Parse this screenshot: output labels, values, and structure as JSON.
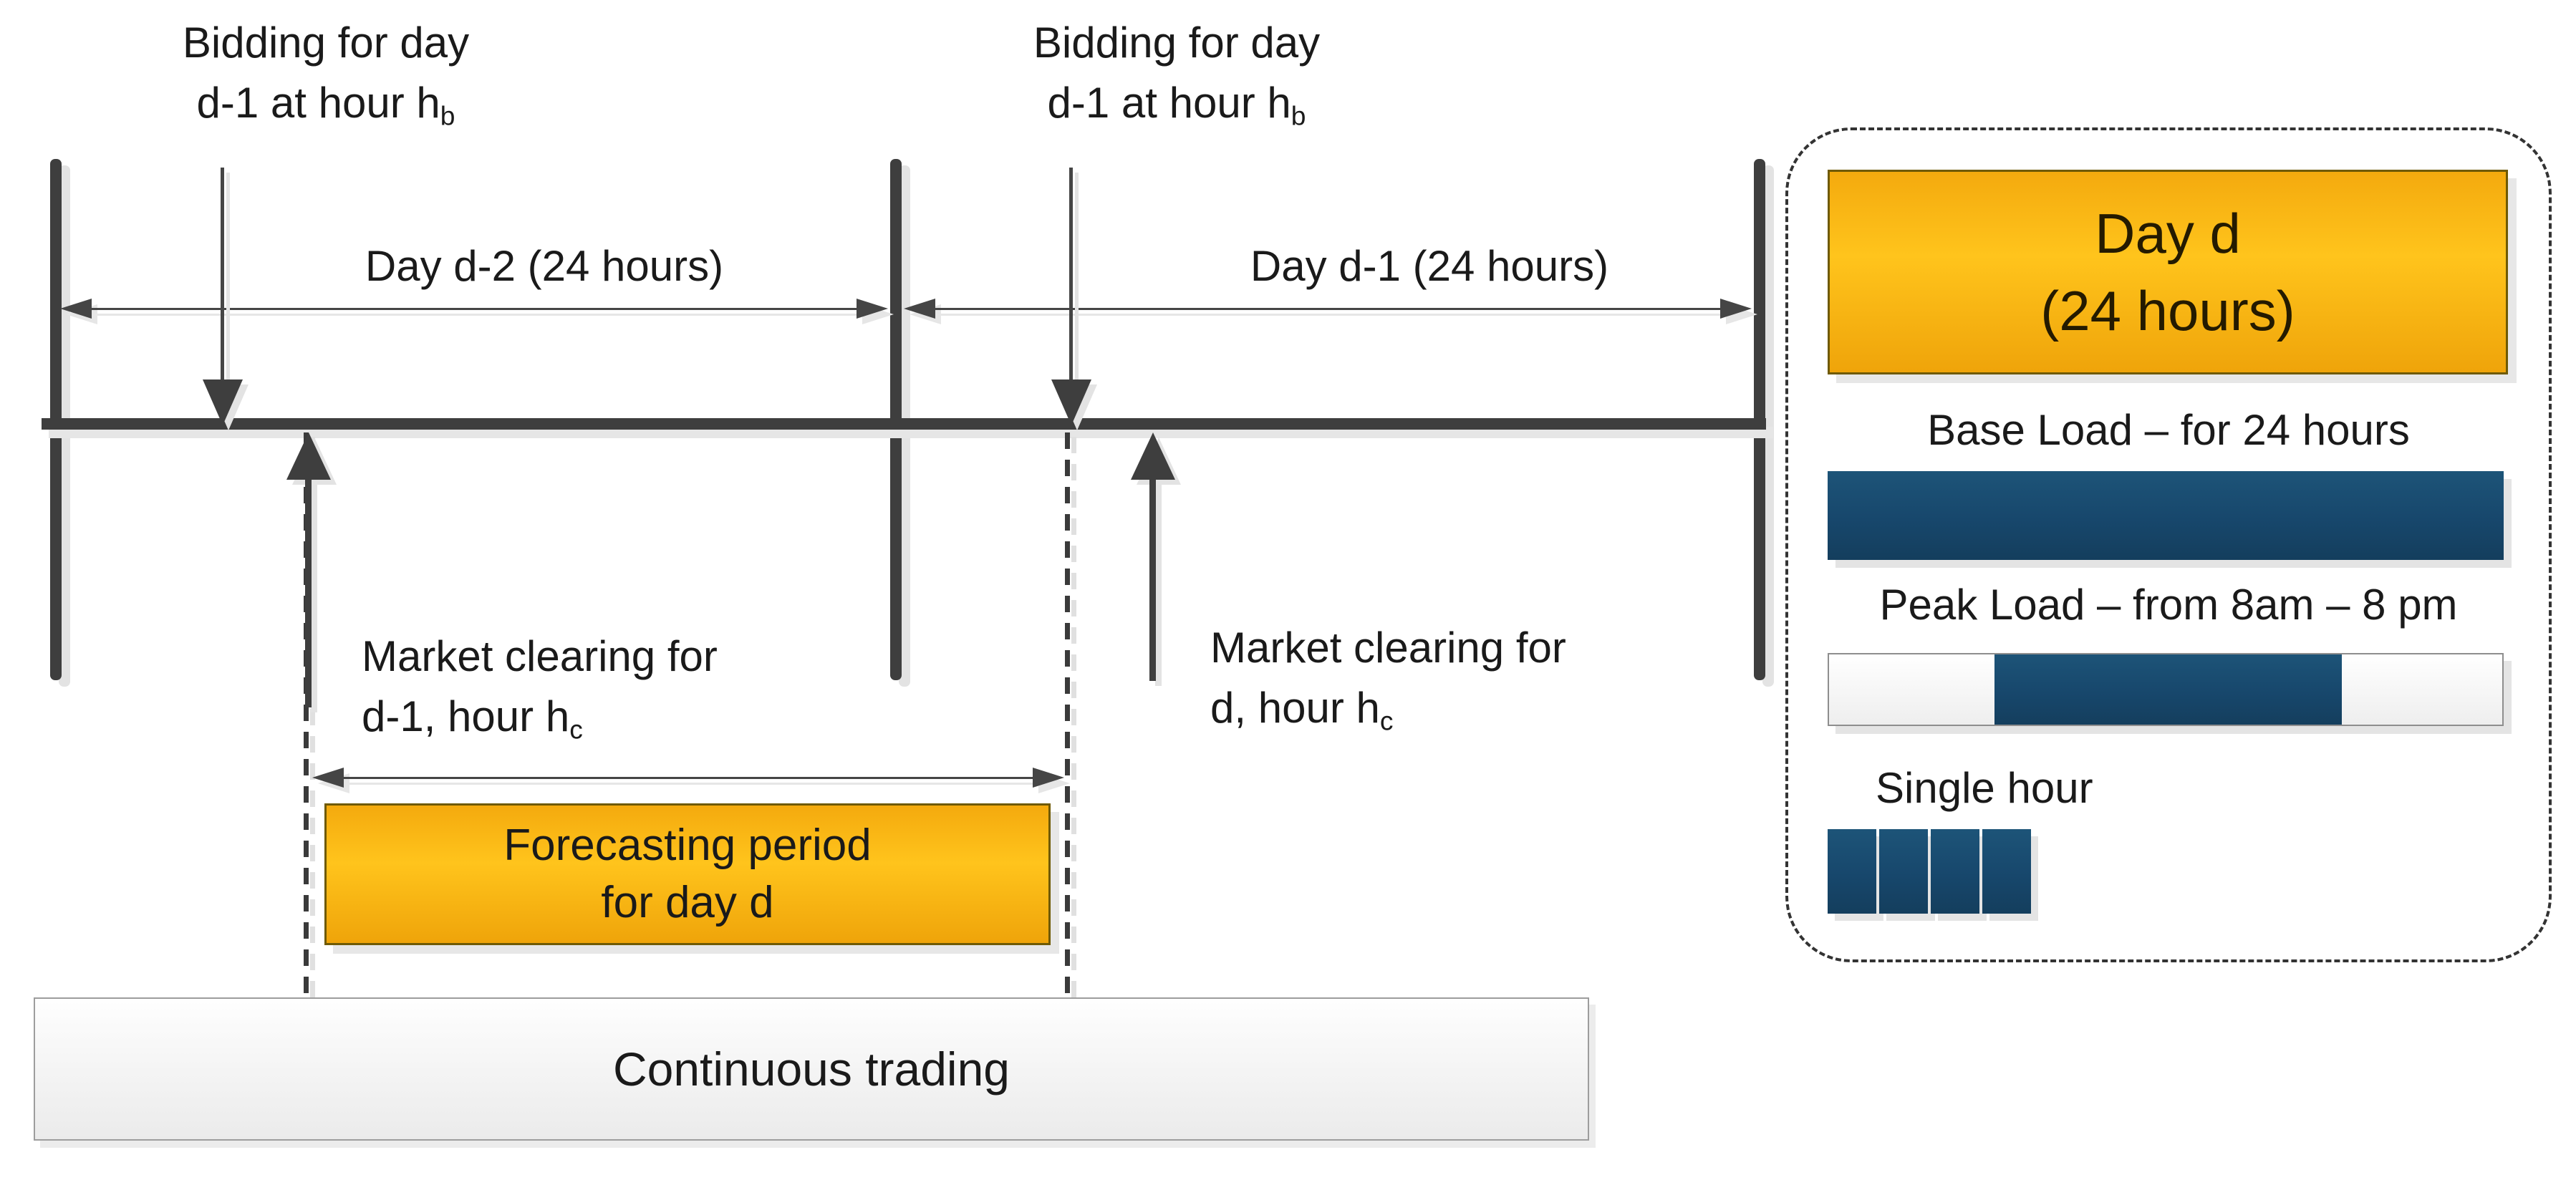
{
  "colors": {
    "line_dark": "#3E3E3E",
    "accent_gold": "#FFC41C",
    "gold_border": "#6F5A04",
    "accent_blue": "#17476C",
    "shadow_gray": "#E4E4E4"
  },
  "timeline": {
    "bidding_label_1": {
      "line1": "Bidding for day",
      "line2_pre": "d-1 at hour h",
      "line2_sub": "b"
    },
    "bidding_label_2": {
      "line1": "Bidding for day",
      "line2_pre": "d-1 at hour h",
      "line2_sub": "b"
    },
    "span_label_1": "Day d-2 (24 hours)",
    "span_label_2": "Day d-1 (24 hours)",
    "market_clearing_1": {
      "line1": "Market clearing for",
      "line2_pre": "d-1, hour h",
      "line2_sub": "c"
    },
    "market_clearing_2": {
      "line1": "Market clearing for",
      "line2_pre": "d, hour h",
      "line2_sub": "c"
    },
    "forecast_box": {
      "line1": "Forecasting period",
      "line2": "for day d"
    },
    "trading_box_label": "Continuous trading"
  },
  "right_panel": {
    "title": {
      "line1": "Day d",
      "line2": "(24 hours)"
    },
    "base_load": {
      "label": "Base Load – for 24 hours"
    },
    "peak_load": {
      "label": "Peak Load – from 8am – 8 pm",
      "segment_start_pct": 24.6,
      "segment_width_pct": 51.6
    },
    "single_hour": {
      "label": "Single hour",
      "count": 4
    }
  }
}
